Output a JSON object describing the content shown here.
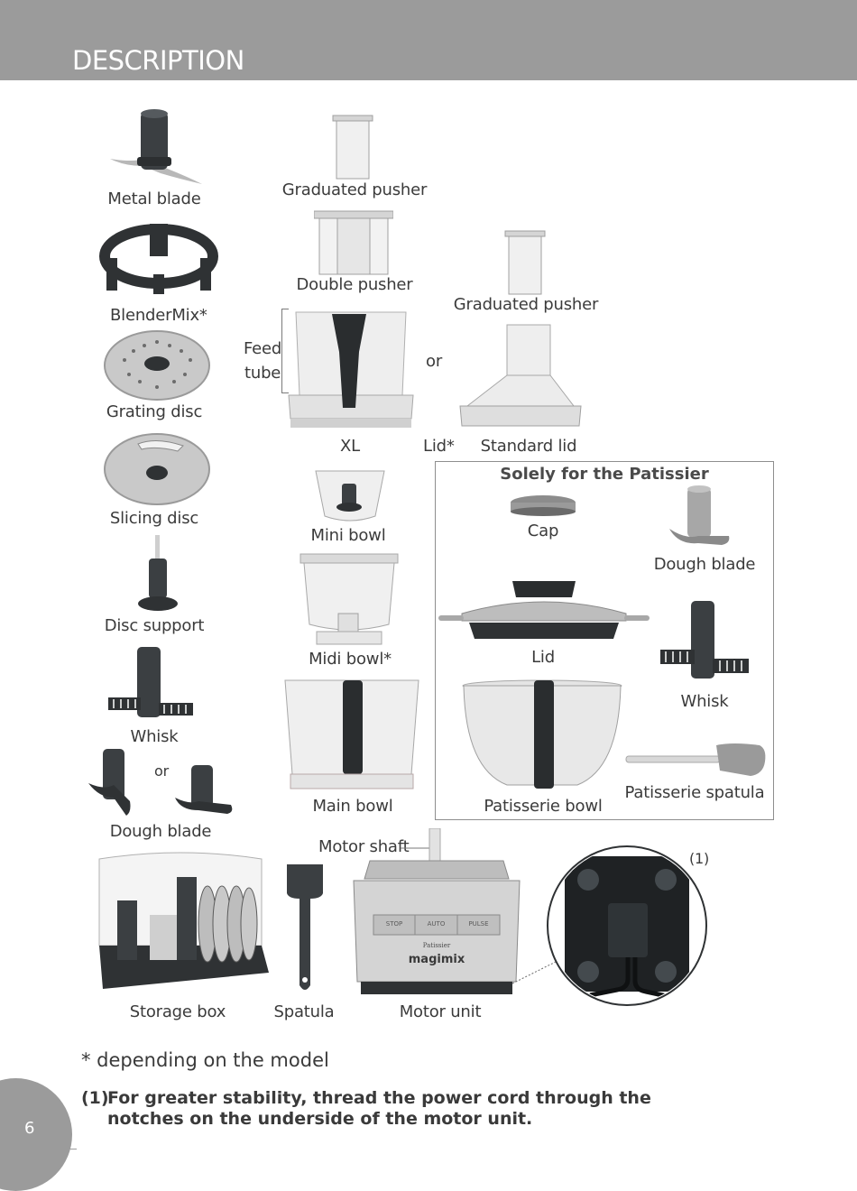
{
  "header": {
    "title": "DESCRIPTION"
  },
  "labels": {
    "metal_blade": "Metal blade",
    "blendermix": "BlenderMix*",
    "grating_disc": "Grating disc",
    "slicing_disc": "Slicing disc",
    "disc_support": "Disc support",
    "whisk_left": "Whisk",
    "or_left": "or",
    "dough_blade_left": "Dough blade",
    "graduated_pusher_1": "Graduated pusher",
    "double_pusher": "Double pusher",
    "feed": "Feed",
    "tube": "tube",
    "graduated_pusher_2": "Graduated pusher",
    "or_mid": "or",
    "xl": "XL",
    "lid_star": "Lid*",
    "standard_lid": "Standard lid",
    "mini_bowl": "Mini bowl",
    "midi_bowl": "Midi bowl*",
    "main_bowl": "Main bowl",
    "motor_shaft": "Motor shaft",
    "storage_box": "Storage box",
    "spatula": "Spatula",
    "motor_unit": "Motor unit",
    "callout_1": "(1)"
  },
  "patissier": {
    "title": "Solely for the Patissier",
    "cap": "Cap",
    "dough_blade": "Dough blade",
    "lid": "Lid",
    "whisk": "Whisk",
    "patisserie_bowl": "Patisserie bowl",
    "patisserie_spatula": "Patisserie spatula"
  },
  "motor_panel": {
    "btn1": "STOP",
    "btn2": "AUTO",
    "btn3": "PULSE",
    "brand_small": "Patissier",
    "brand": "magimix"
  },
  "footnotes": {
    "star": "* depending on the model",
    "note_num": "(1)",
    "note_text": "For greater stability, thread the power cord through the notches on the underside of the motor unit."
  },
  "page": {
    "number": "6"
  }
}
